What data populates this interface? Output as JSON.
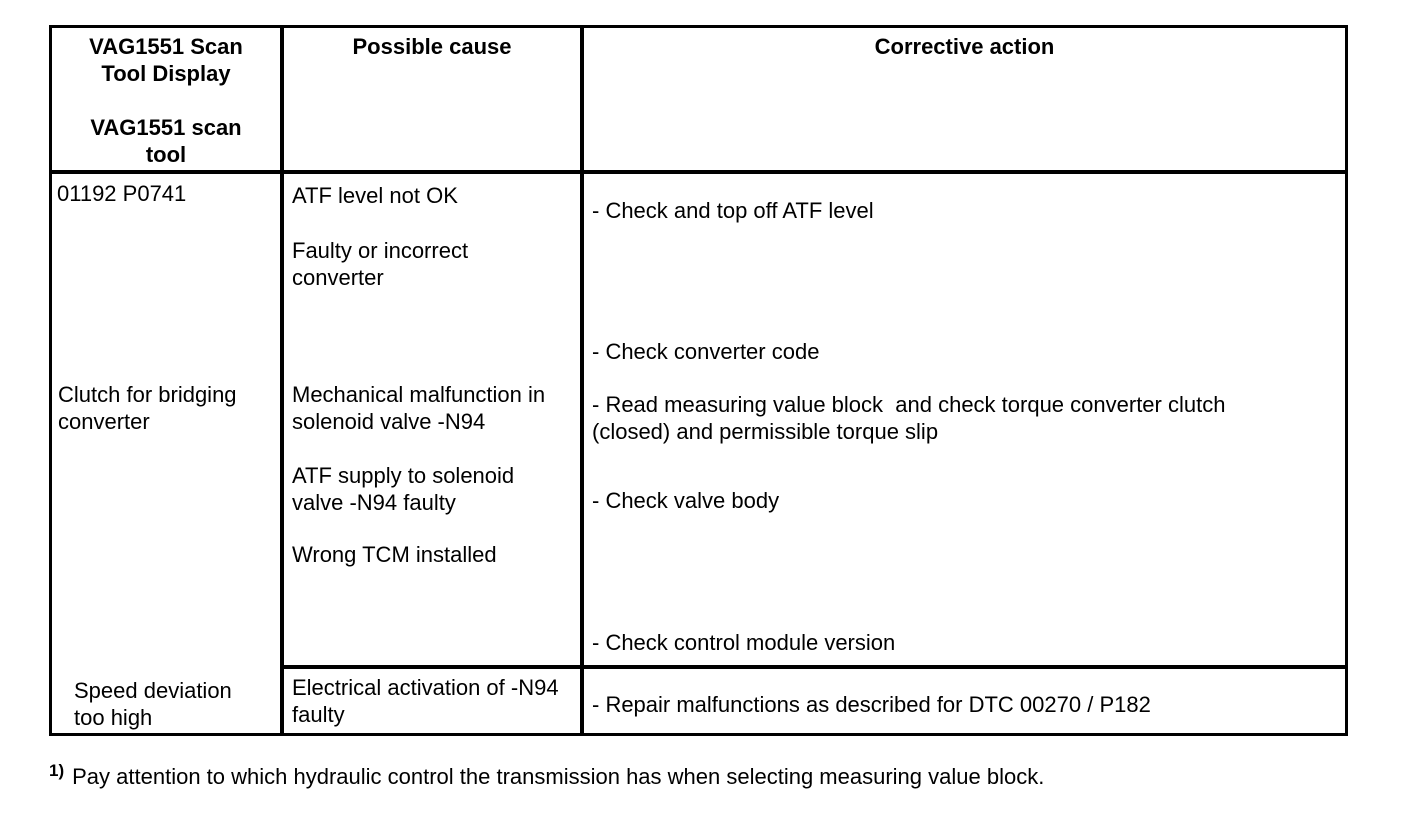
{
  "table": {
    "header": {
      "scan_tool_column": "VAG1551 Scan\nTool Display\n\nVAG1551 scan\ntool",
      "possible_cause_column": "Possible cause",
      "corrective_action_column": "Corrective action"
    },
    "row1": {
      "dtc_code": "01192 P0741",
      "dtc_description": "Clutch for bridging\nconverter",
      "causes": [
        "ATF level not OK",
        "Faulty or incorrect\nconverter",
        "Mechanical malfunction in\nsolenoid valve -N94",
        "ATF supply to solenoid\nvalve -N94 faulty",
        "Wrong TCM installed"
      ],
      "actions": [
        "- Check and top off ATF level",
        "- Check converter code",
        "- Read measuring value block  and check torque converter clutch\n(closed) and permissible torque slip",
        "- Check valve body",
        "- Check control module version"
      ]
    },
    "row2": {
      "dtc_description": "Speed deviation\ntoo high",
      "causes": [
        "Electrical activation of -N94\nfaulty"
      ],
      "actions": [
        "- Repair malfunctions as described for DTC 00270 / P182"
      ]
    }
  },
  "footnote": {
    "marker": "1)",
    "text": "Pay attention to which hydraulic control the transmission has when selecting measuring value block."
  },
  "colors": {
    "ink": "#000000",
    "paper": "#ffffff"
  }
}
